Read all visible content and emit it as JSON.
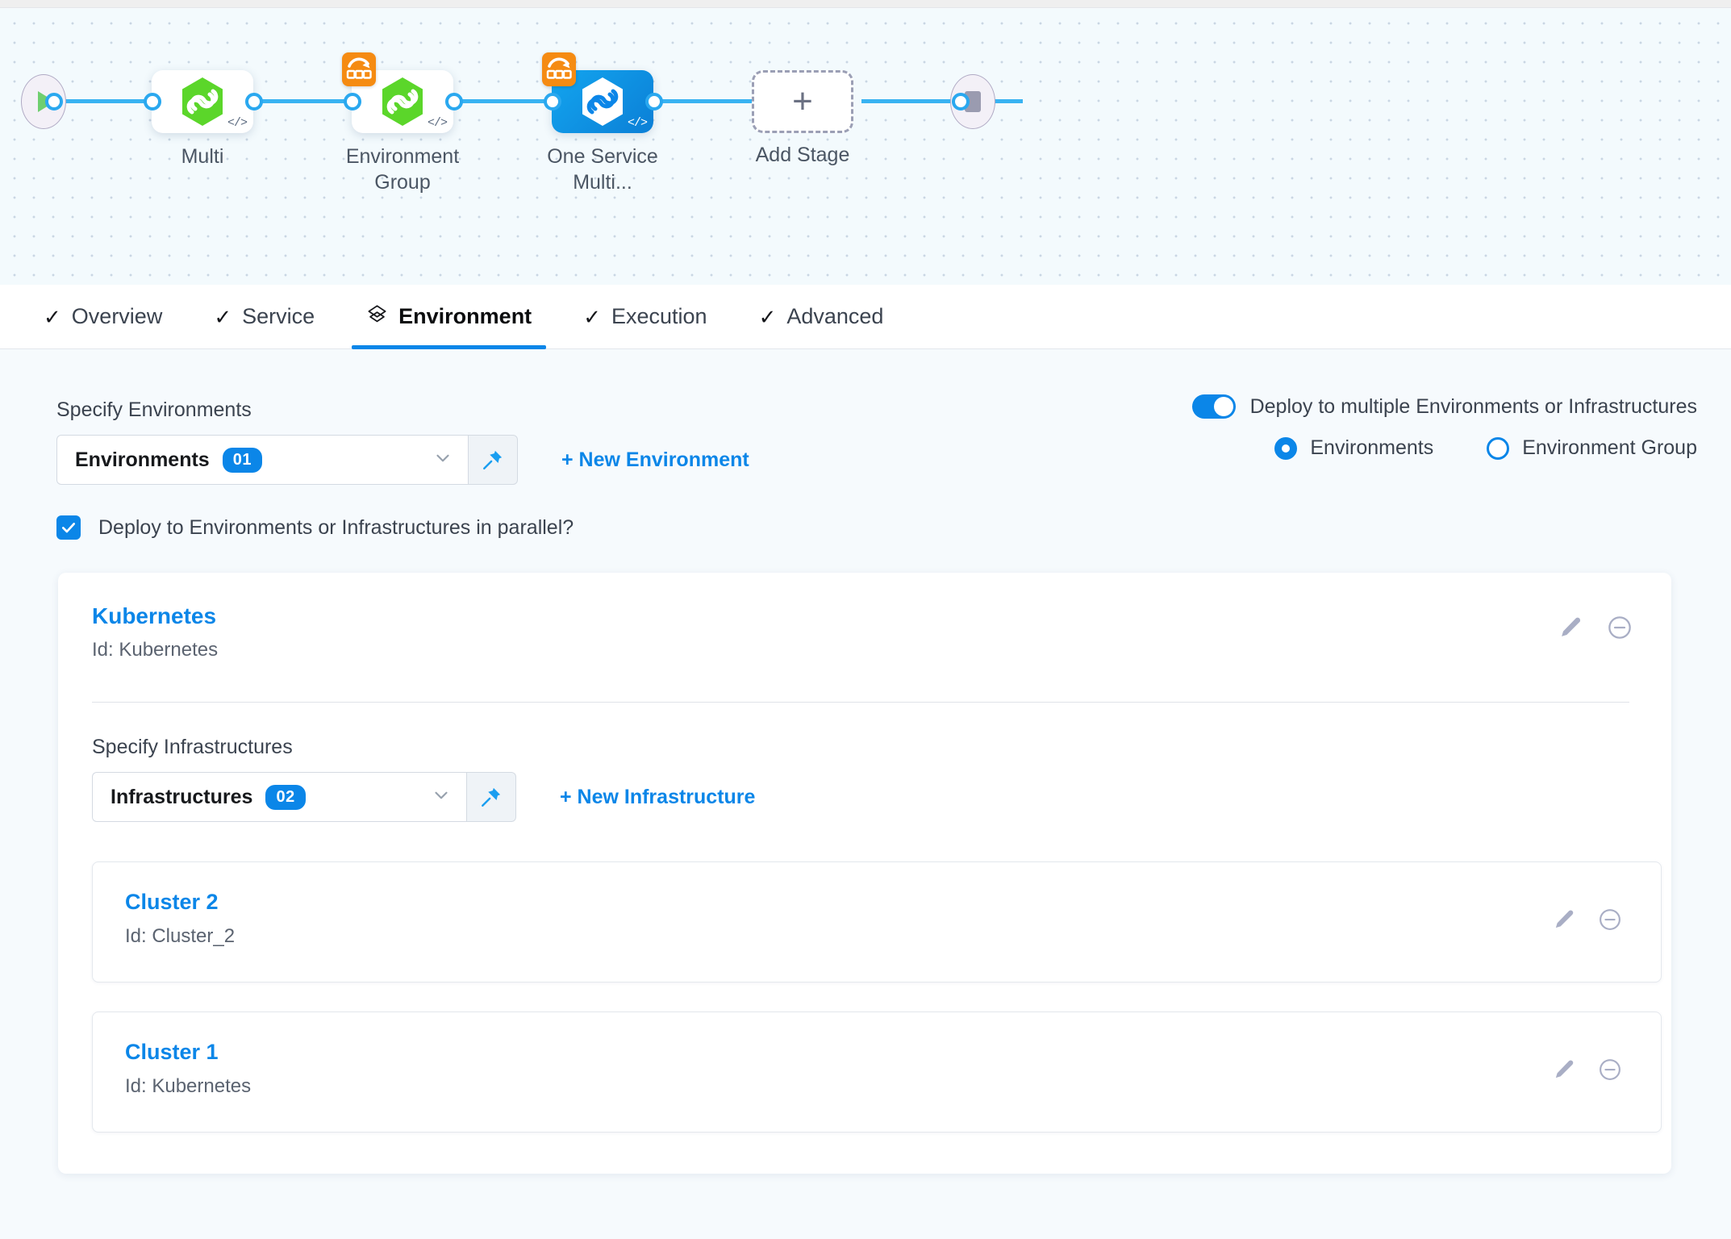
{
  "pipeline": {
    "start_icon": "play-icon",
    "end_icon": "stop-icon",
    "nodes": [
      {
        "label": "Multi",
        "icon": "harness-hex-icon",
        "selected": false,
        "has_matrix_badge": false,
        "code_glyph": "</>"
      },
      {
        "label": "Environment Group",
        "icon": "harness-hex-icon",
        "selected": false,
        "has_matrix_badge": true,
        "code_glyph": "</>"
      },
      {
        "label": "One Service Multi...",
        "icon": "harness-hex-icon",
        "selected": true,
        "has_matrix_badge": true,
        "code_glyph": "</>"
      }
    ],
    "add_stage": {
      "label": "Add Stage",
      "icon": "plus-icon"
    }
  },
  "tabs": [
    {
      "label": "Overview",
      "icon": "check-icon",
      "active": false
    },
    {
      "label": "Service",
      "icon": "check-icon",
      "active": false
    },
    {
      "label": "Environment",
      "icon": "layers-icon",
      "active": true
    },
    {
      "label": "Execution",
      "icon": "check-icon",
      "active": false
    },
    {
      "label": "Advanced",
      "icon": "check-icon",
      "active": false
    }
  ],
  "environments_section": {
    "label": "Specify Environments",
    "dropdown": {
      "text": "Environments",
      "count": "01",
      "chevron_icon": "chevron-down-icon",
      "pin_icon": "pin-icon"
    },
    "new_link": "+ New Environment"
  },
  "deploy_options": {
    "toggle_label": "Deploy to multiple Environments or Infrastructures",
    "toggle_on": true,
    "radios": [
      {
        "label": "Environments",
        "selected": true
      },
      {
        "label": "Environment Group",
        "selected": false
      }
    ]
  },
  "parallel_checkbox": {
    "label": "Deploy to Environments or Infrastructures in parallel?",
    "checked": true
  },
  "environment_card": {
    "name": "Kubernetes",
    "id": "Id: Kubernetes",
    "edit_icon": "pencil-icon",
    "remove_icon": "minus-circle-icon",
    "infrastructures_section": {
      "label": "Specify Infrastructures",
      "dropdown": {
        "text": "Infrastructures",
        "count": "02",
        "chevron_icon": "chevron-down-icon",
        "pin_icon": "pin-icon"
      },
      "new_link": "+ New Infrastructure"
    },
    "infrastructures": [
      {
        "name": "Cluster 2",
        "id": "Id: Cluster_2",
        "edit_icon": "pencil-icon",
        "remove_icon": "minus-circle-icon"
      },
      {
        "name": "Cluster 1",
        "id": "Id: Kubernetes",
        "edit_icon": "pencil-icon",
        "remove_icon": "minus-circle-icon"
      }
    ]
  },
  "colors": {
    "accent_blue": "#0b86e8",
    "edge_blue": "#39b3f2",
    "matrix_orange": "#f58b12",
    "hex_green": "#5bd62a",
    "page_bg": "#f6fafd"
  }
}
